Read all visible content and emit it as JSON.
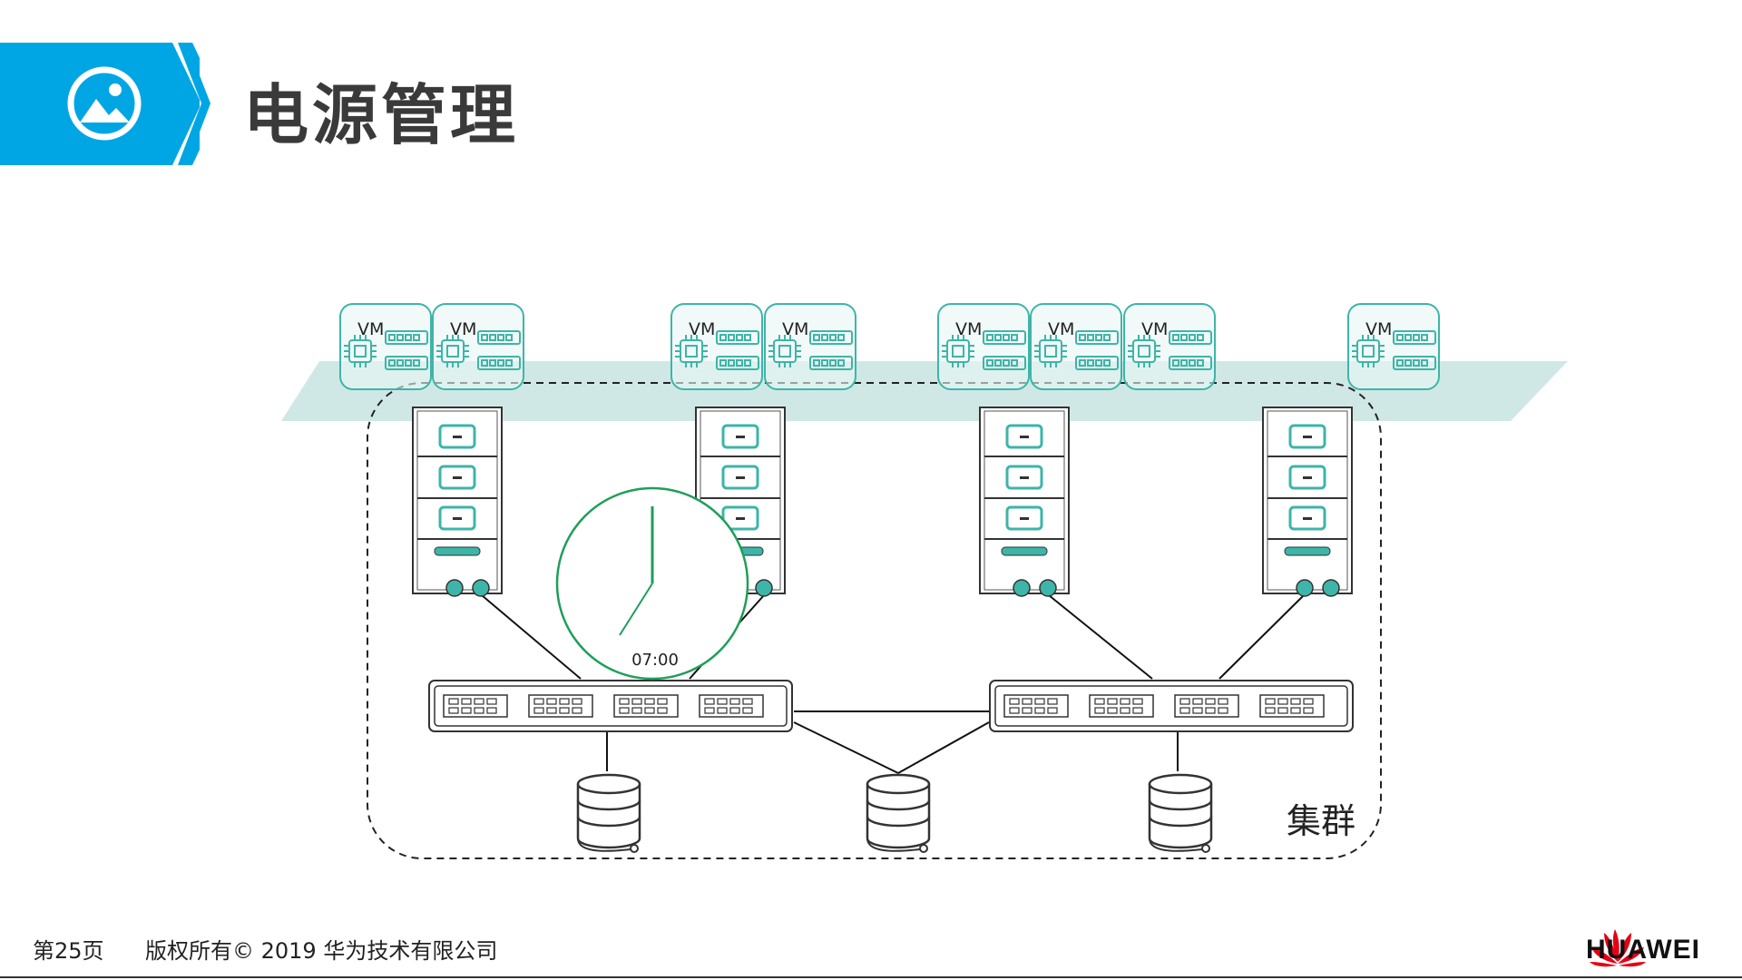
{
  "header": {
    "title": "电源管理",
    "icon": "image-icon",
    "accent_color": "#00a6e4"
  },
  "diagram": {
    "vm_label": "VM",
    "cluster_label": "集群",
    "clock_time": "07:00",
    "teal_color": "#3db5a8",
    "plane_color": "#cfe8e6",
    "clock_color": "#1f9e5a"
  },
  "footer": {
    "page": "第25页",
    "copyright": "版权所有© 2019 华为技术有限公司",
    "brand": "HUAWEI",
    "brand_color": "#e60012"
  }
}
